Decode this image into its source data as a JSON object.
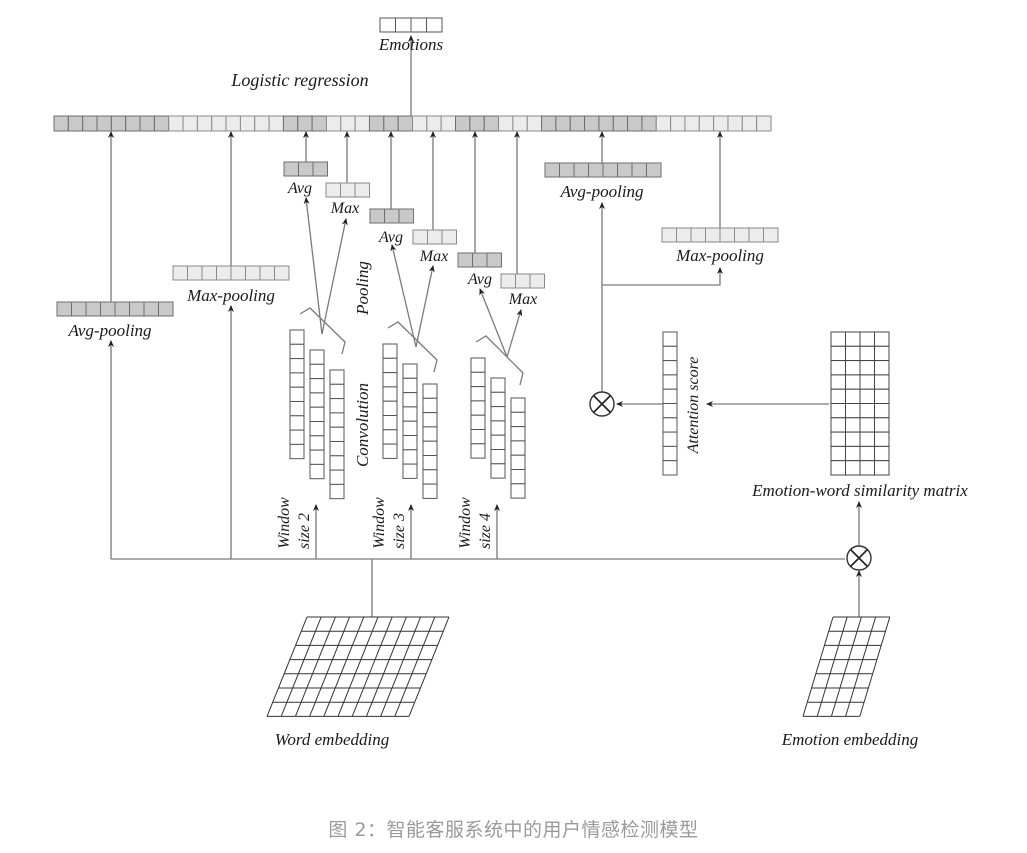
{
  "figure": {
    "caption": "图 2：智能客服系统中的用户情感检测模型",
    "colors": {
      "dark_cell": "#c9c9c9",
      "light_cell": "#ececec",
      "line": "#7a7a7a",
      "caption": "#9a9a9a"
    }
  },
  "labels": {
    "emotions": "Emotions",
    "logistic_regression": "Logistic regression",
    "avg_pooling_left": "Avg-pooling",
    "max_pooling_left": "Max-pooling",
    "avg_pooling_right": "Avg-pooling",
    "max_pooling_right": "Max-pooling",
    "pooling": "Pooling",
    "convolution": "Convolution",
    "attention_score": "Attention score",
    "similarity_matrix": "Emotion-word similarity matrix",
    "word_embedding": "Word embedding",
    "emotion_embedding": "Emotion embedding",
    "window_word": "Window",
    "cnn_branches": [
      {
        "avg": "Avg",
        "max": "Max",
        "window_size": "size 2"
      },
      {
        "avg": "Avg",
        "max": "Max",
        "window_size": "size 3"
      },
      {
        "avg": "Avg",
        "max": "Max",
        "window_size": "size 4"
      }
    ]
  },
  "structure": {
    "output_cells": 4,
    "concat_segments": [
      {
        "type": "dark",
        "count": 8
      },
      {
        "type": "light",
        "count": 8
      },
      {
        "type": "dark",
        "count": 3
      },
      {
        "type": "light",
        "count": 3
      },
      {
        "type": "dark",
        "count": 3
      },
      {
        "type": "light",
        "count": 3
      },
      {
        "type": "dark",
        "count": 3
      },
      {
        "type": "light",
        "count": 3
      },
      {
        "type": "dark",
        "count": 8
      },
      {
        "type": "light",
        "count": 8
      }
    ],
    "pooled_vector_cells": 8,
    "branch_pool_cells": 3,
    "conv_columns": [
      [
        9,
        9,
        9
      ],
      [
        8,
        8,
        8
      ],
      [
        7,
        7,
        7
      ]
    ],
    "attention_cells": 10,
    "similarity_matrix": {
      "rows": 10,
      "cols": 4
    },
    "word_embedding": {
      "rows": 7,
      "cols": 10
    },
    "emotion_embedding": {
      "rows": 7,
      "cols": 4
    },
    "operators": [
      "multiply",
      "multiply"
    ]
  }
}
